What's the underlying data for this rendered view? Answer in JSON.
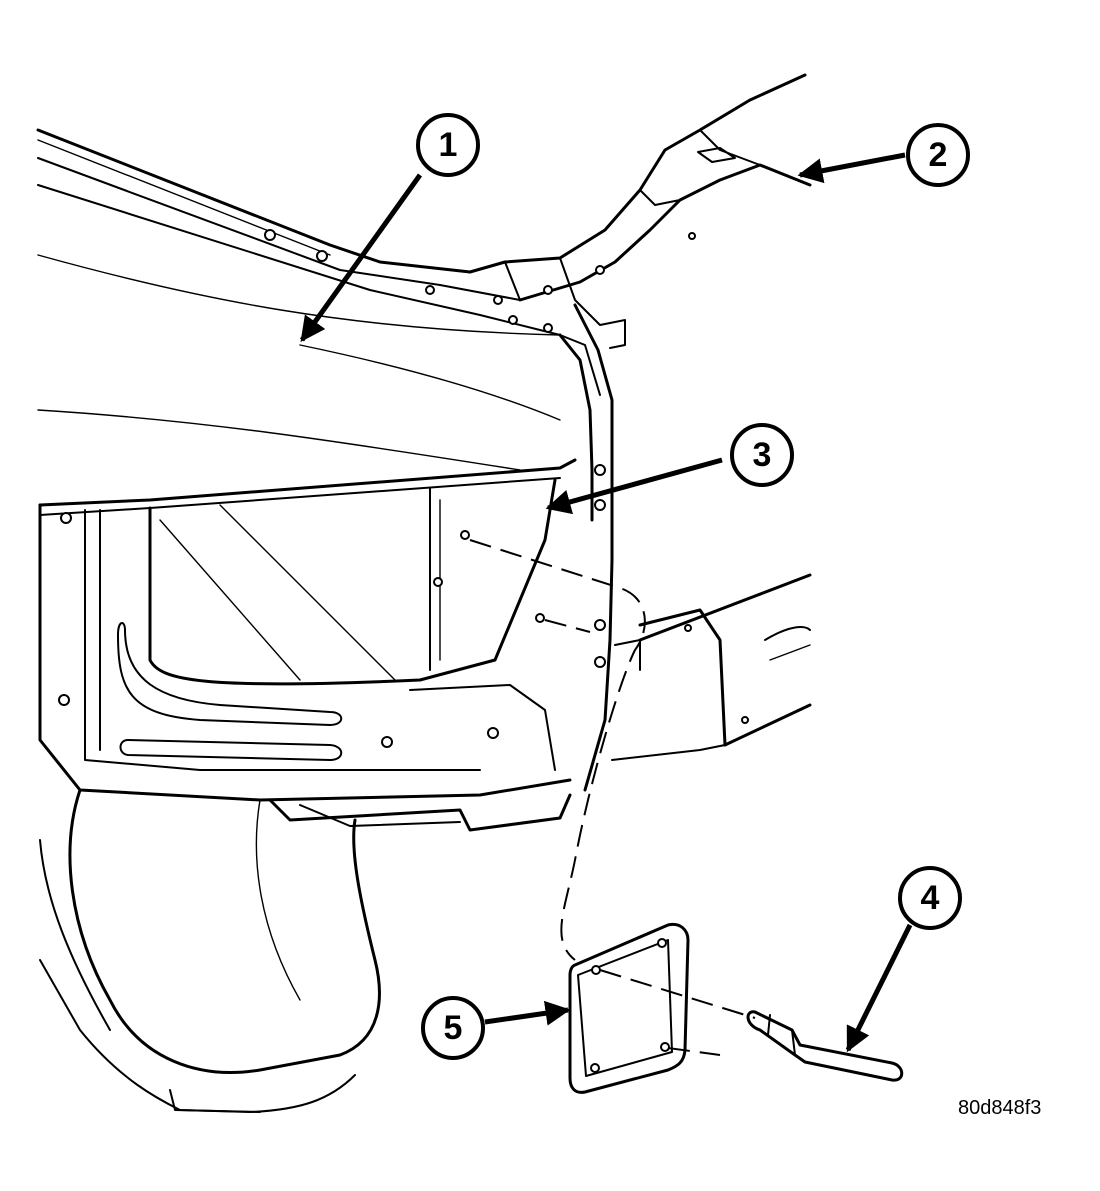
{
  "callouts": [
    {
      "id": "1",
      "label": "1"
    },
    {
      "id": "2",
      "label": "2"
    },
    {
      "id": "3",
      "label": "3"
    },
    {
      "id": "4",
      "label": "4"
    },
    {
      "id": "5",
      "label": "5"
    }
  ],
  "figure_id": "80d848f3",
  "icons": {
    "part_1": "radiator-support-panel-icon",
    "part_2": "frame-rail-icon",
    "part_3": "access-opening-icon",
    "part_4": "rivet-icon",
    "part_5": "cover-plate-icon"
  }
}
